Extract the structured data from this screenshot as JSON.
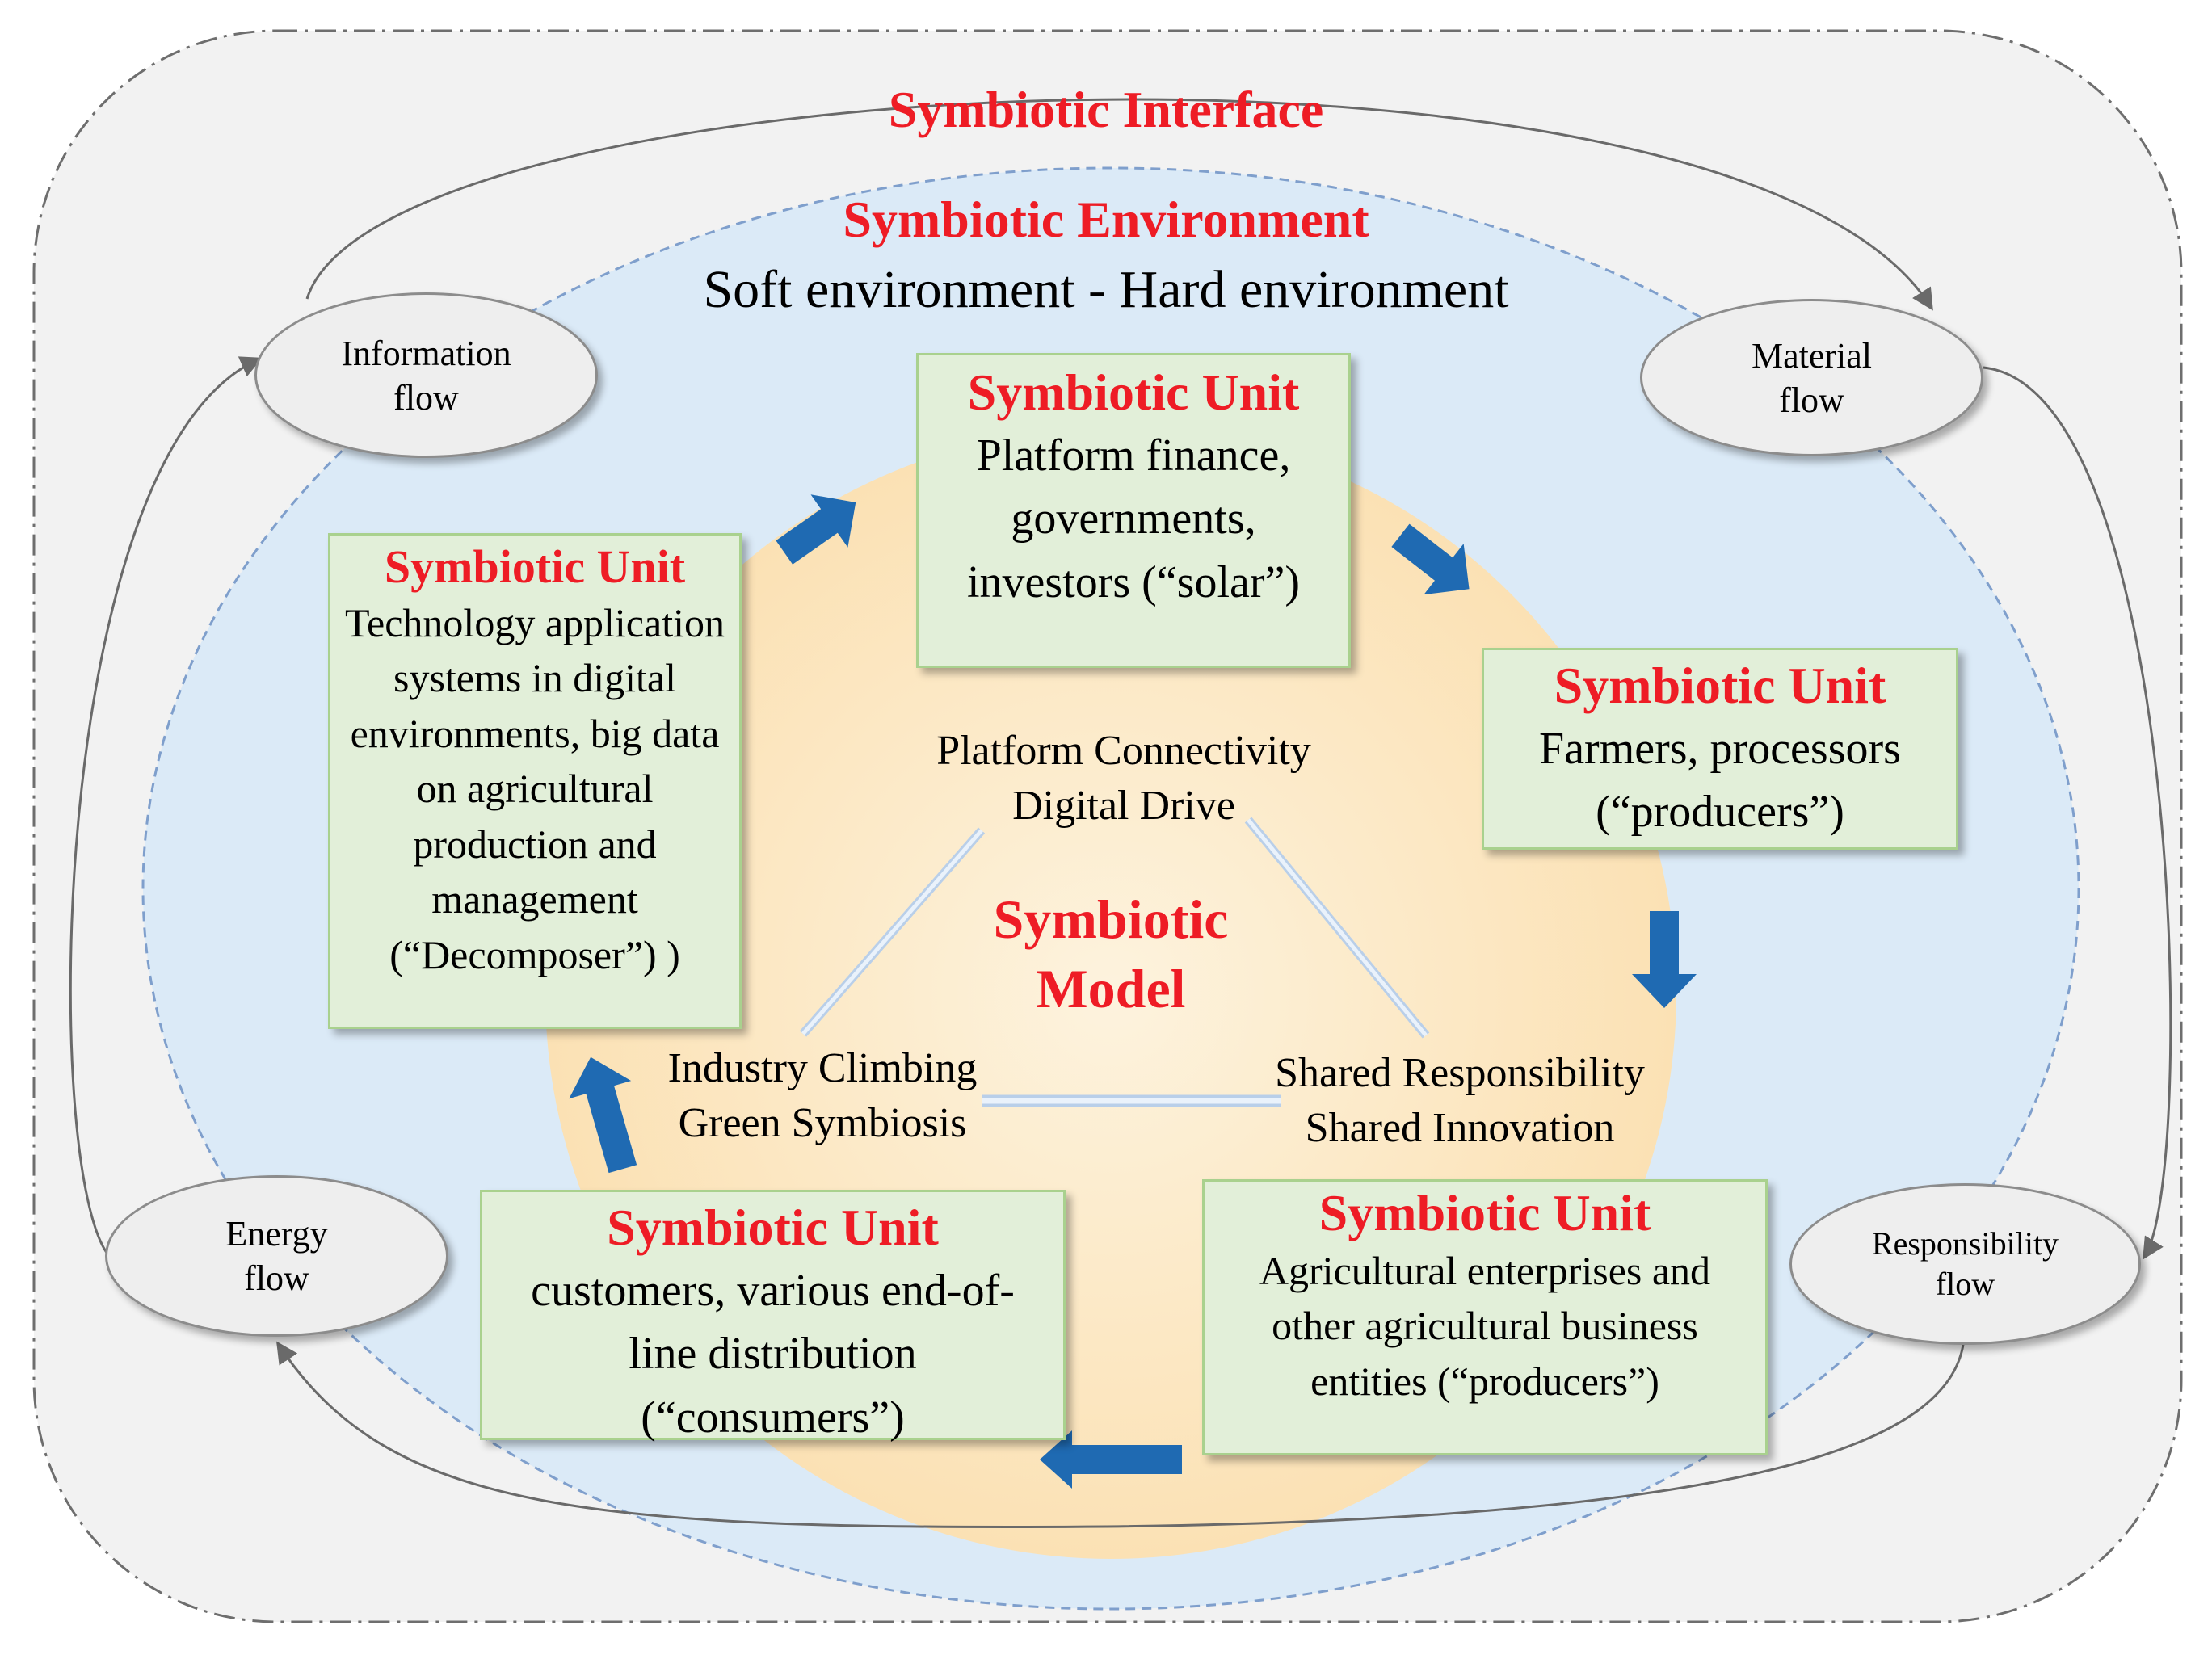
{
  "interface": {
    "title": "Symbiotic Interface"
  },
  "environment": {
    "title": "Symbiotic Environment",
    "subtitle": "Soft environment - Hard environment"
  },
  "model": {
    "title": "Symbiotic Model"
  },
  "features": {
    "top": "Platform Connectivity Digital Drive",
    "right": "Shared Responsibility Shared Innovation",
    "left": "Industry Climbing Green Symbiosis"
  },
  "flows": {
    "information": "Information flow",
    "material": "Material flow",
    "energy": "Energy flow",
    "responsibility": "Responsibility flow"
  },
  "units": {
    "top": {
      "title": "Symbiotic Unit",
      "body": "Platform finance, governments, investors (“solar”)"
    },
    "right": {
      "title": "Symbiotic Unit",
      "body": "Farmers, processors (“producers”)"
    },
    "bottom_right": {
      "title": "Symbiotic Unit",
      "body": "Agricultural enterprises and other agricultural business entities (“producers”)"
    },
    "bottom_left": {
      "title": "Symbiotic Unit",
      "body": "customers, various end-of-line distribution (“consumers”)"
    },
    "left": {
      "title": "Symbiotic Unit",
      "body": "Technology application systems in digital environments, big data on agricultural production and management (“Decomposer”) )"
    }
  },
  "colors": {
    "title_red": "#ee1c25",
    "unit_fill": "#e2efd9",
    "environment_fill": "#dbeaf7",
    "model_fill": "#fdebc8",
    "cycle_arrow": "#1f6ab2"
  }
}
